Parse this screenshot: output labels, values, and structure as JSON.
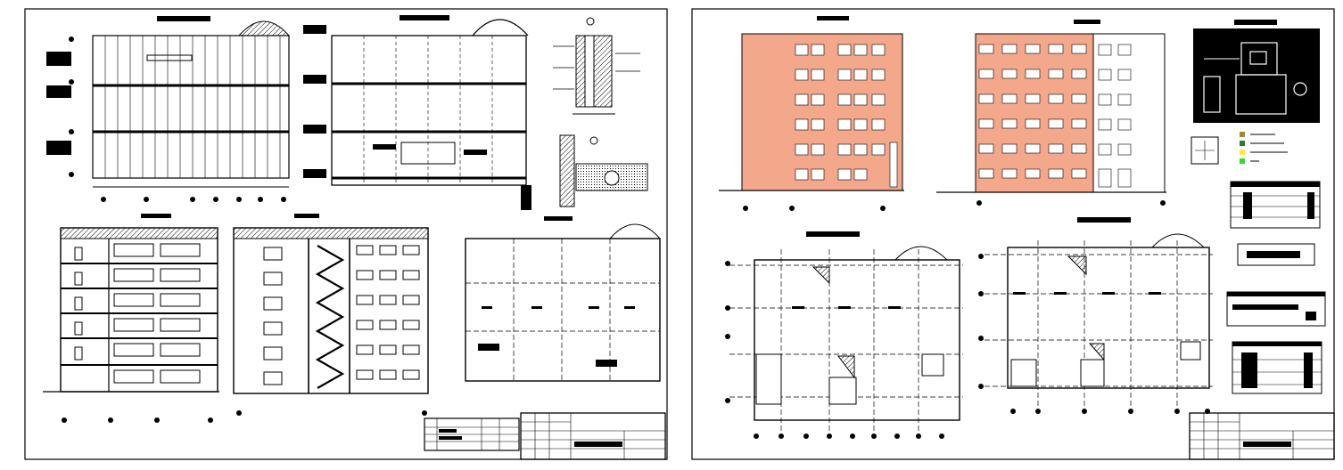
{
  "sheets": [
    {
      "id": "sheet-1",
      "drawings": [
        {
          "id": "facade-section-top-left"
        },
        {
          "id": "longitudinal-section-top-middle"
        },
        {
          "id": "node-details-top-right"
        },
        {
          "id": "cross-section-bottom-left"
        },
        {
          "id": "stair-section-bottom-middle"
        },
        {
          "id": "roof-plan-bottom-right"
        },
        {
          "id": "specification-table"
        },
        {
          "id": "title-block"
        }
      ]
    },
    {
      "id": "sheet-2",
      "drawings": [
        {
          "id": "main-facade-colored"
        },
        {
          "id": "side-facade-colored"
        },
        {
          "id": "site-plan"
        },
        {
          "id": "legend"
        },
        {
          "id": "first-floor-plan"
        },
        {
          "id": "typical-floor-plan"
        },
        {
          "id": "room-schedule-tables"
        },
        {
          "id": "title-block"
        }
      ]
    }
  ],
  "colors": {
    "line": "#000000",
    "paper": "#ffffff",
    "facade_fill": "#f3a88c",
    "site_plan_bg": "#000000",
    "legend_swatches": [
      "#9c8b3a",
      "#2f7a2f",
      "#ffe94a",
      "#39d639"
    ]
  }
}
